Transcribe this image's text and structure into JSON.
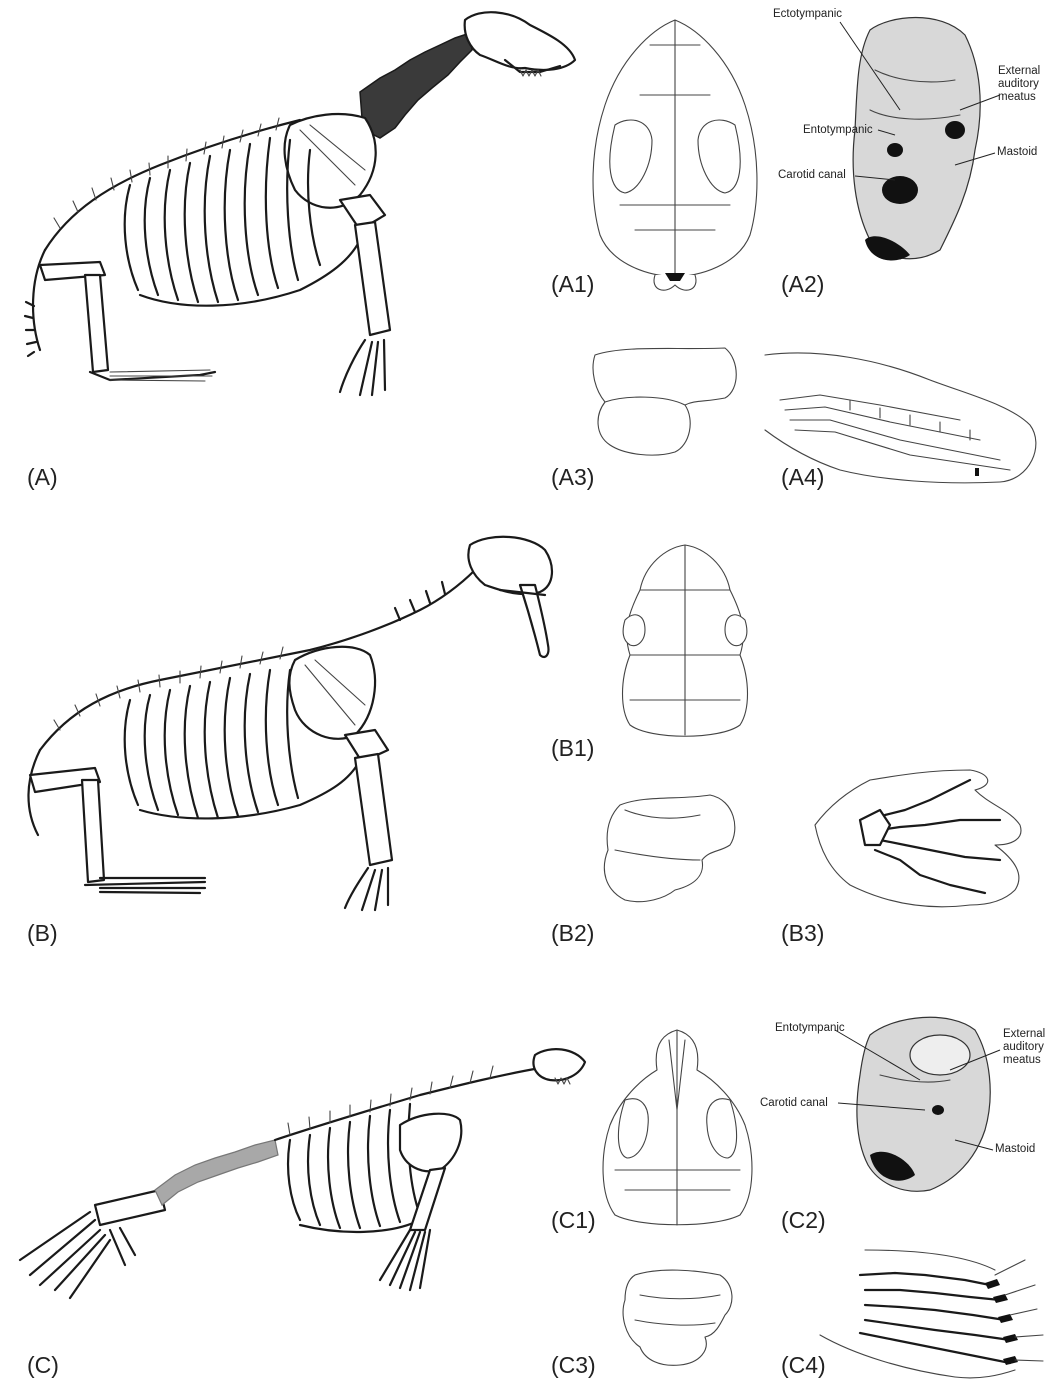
{
  "labels": {
    "A": "(A)",
    "A1": "(A1)",
    "A2": "(A2)",
    "A3": "(A3)",
    "A4": "(A4)",
    "B": "(B)",
    "B1": "(B1)",
    "B2": "(B2)",
    "B3": "(B3)",
    "C": "(C)",
    "C1": "(C1)",
    "C2": "(C2)",
    "C3": "(C3)",
    "C4": "(C4)"
  },
  "annotations_A2": {
    "ectotympanic": "Ectotympanic",
    "external_auditory_meatus": [
      "External",
      "auditory",
      "meatus"
    ],
    "entotympanic": "Entotympanic",
    "mastoid": "Mastoid",
    "carotid_canal": "Carotid canal"
  },
  "annotations_C2": {
    "entotympanic": "Entotympanic",
    "external_auditory_meatus": [
      "External",
      "auditory",
      "meatus"
    ],
    "carotid_canal": "Carotid canal",
    "mastoid": "Mastoid"
  },
  "colors": {
    "ink": "#1a1a1a",
    "neck_highlight_A": "#3a3a3a",
    "lumbar_highlight_C": "#a8a8a8"
  }
}
